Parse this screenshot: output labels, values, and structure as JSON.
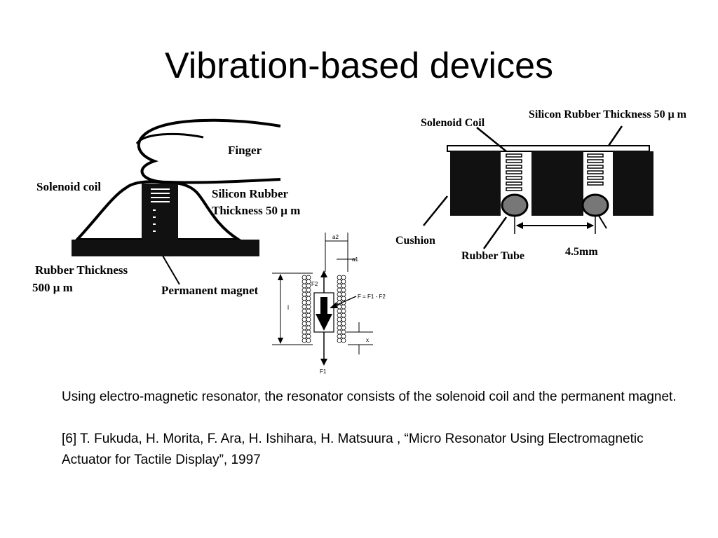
{
  "slide": {
    "title": "Vibration-based devices"
  },
  "figure_left": {
    "finger": "Finger",
    "solenoid_coil": "Solenoid coil",
    "silicon_rubber_line1": "Silicon Rubber",
    "silicon_rubber_line2": "Thickness 50 μ m",
    "rubber_thickness_line1": "Rubber Thickness",
    "rubber_thickness_line2": "500 μ m",
    "permanent_magnet": "Permanent magnet"
  },
  "figure_right": {
    "solenoid_coil": "Solenoid Coil",
    "silicon_rubber": "Silicon Rubber Thickness 50 μ m",
    "cushion": "Cushion",
    "rubber_tube": "Rubber Tube",
    "spacing": "4.5mm"
  },
  "figure_middle": {
    "a2": "a2",
    "a1": "a1",
    "f2": "F2",
    "force_eq": "F = F1 - F2",
    "l": "l",
    "x": "x",
    "f1": "F1"
  },
  "body": {
    "paragraph1": "Using electro-magnetic resonator, the resonator consists of the solenoid coil and the permanent magnet.",
    "reference": "[6] T. Fukuda, H. Morita, F. Ara, H. Ishihara, H. Matsuura , “Micro Resonator Using Electromagnetic Actuator for Tactile Display”, 1997"
  }
}
